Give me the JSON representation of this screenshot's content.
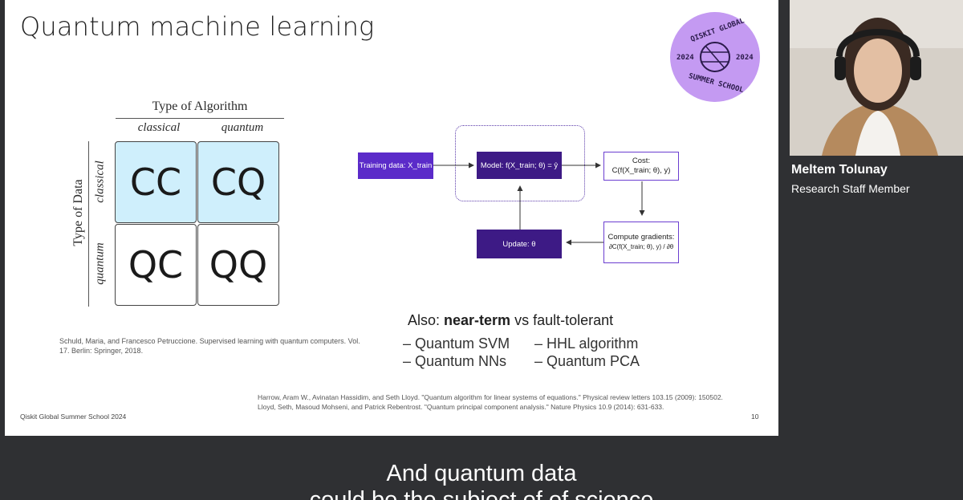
{
  "slide": {
    "title": "Quantum machine learning",
    "badge": {
      "top_text": "QISKIT GLOBAL",
      "bottom_text": "SUMMER SCHOOL",
      "year_left": "2024",
      "year_right": "2024",
      "color": "#c49af2"
    },
    "grid": {
      "header": "Type of Algorithm",
      "col_classical": "classical",
      "col_quantum": "quantum",
      "row_header": "Type of Data",
      "row_classical": "classical",
      "row_quantum": "quantum",
      "cells": [
        "CC",
        "CQ",
        "QC",
        "QQ"
      ]
    },
    "citation_left": "Schuld, Maria, and Francesco Petruccione. Supervised learning with quantum computers. Vol. 17. Berlin: Springer, 2018.",
    "diagram": {
      "training": "Training data: X_train",
      "model": "Model: f(X_train; θ) = ŷ",
      "cost_title": "Cost:",
      "cost_expr": "C(f(X_train; θ), y)",
      "gradients_title": "Compute gradients:",
      "gradients_expr": "∂C(f(X_train; θ), y) / ∂θ",
      "update": "Update: θ"
    },
    "also_prefix": "Also: ",
    "also_bold": "near-term",
    "also_suffix": " vs fault-tolerant",
    "bullets_left": [
      "– Quantum SVM",
      "– Quantum NNs"
    ],
    "bullets_right": [
      "– HHL algorithm",
      "– Quantum PCA"
    ],
    "citation_bottom_1": "Harrow, Aram W., Avinatan Hassidim, and Seth Lloyd. \"Quantum algorithm for linear systems of equations.\" Physical review letters 103.15 (2009): 150502.",
    "citation_bottom_2": "Lloyd, Seth, Masoud Mohseni, and Patrick Rebentrost. \"Quantum principal component analysis.\" Nature Physics 10.9 (2014): 631-633.",
    "footer_left": "Qiskit Global Summer School 2024",
    "page_number": "10"
  },
  "speaker": {
    "name": "Meltem Tolunay",
    "role": "Research Staff Member"
  },
  "caption": {
    "line1": "And quantum data",
    "line2": "could be the subject of of science"
  }
}
